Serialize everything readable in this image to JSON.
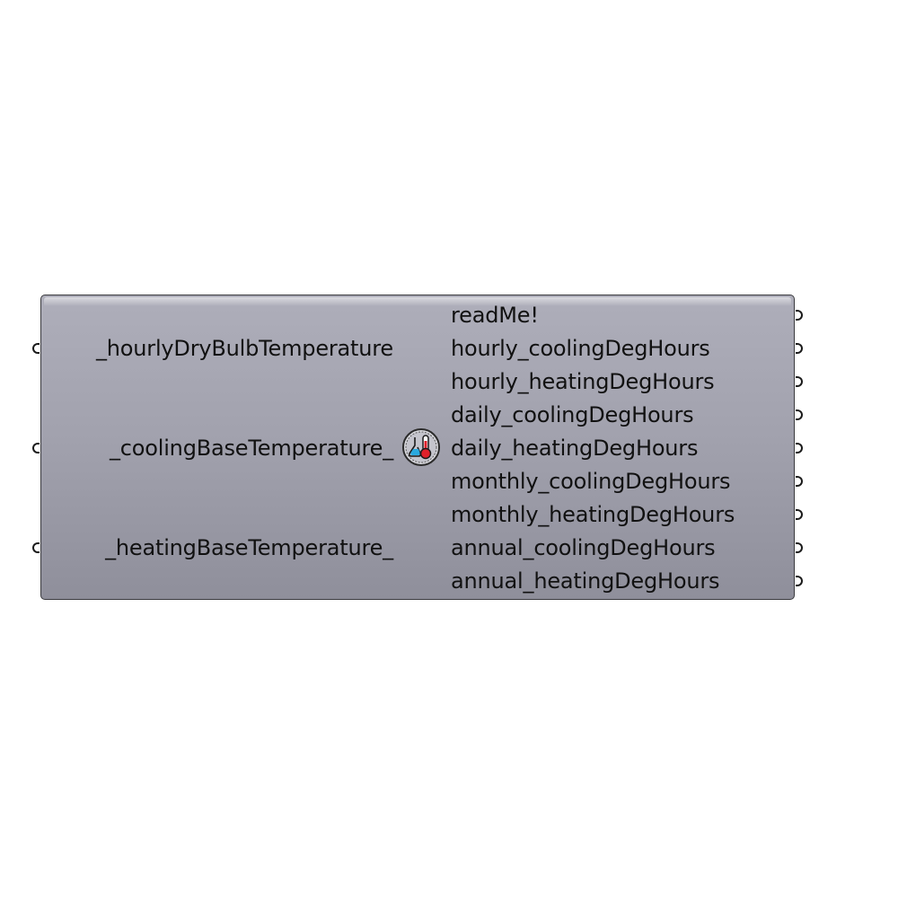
{
  "component": {
    "inputs": [
      {
        "label": "_hourlyDryBulbTemperature"
      },
      {
        "label": "_coolingBaseTemperature_"
      },
      {
        "label": "_heatingBaseTemperature_"
      }
    ],
    "outputs": [
      {
        "label": "readMe!"
      },
      {
        "label": "hourly_coolingDegHours"
      },
      {
        "label": "hourly_heatingDegHours"
      },
      {
        "label": "daily_coolingDegHours"
      },
      {
        "label": "daily_heatingDegHours"
      },
      {
        "label": "monthly_coolingDegHours"
      },
      {
        "label": "monthly_heatingDegHours"
      },
      {
        "label": "annual_coolingDegHours"
      },
      {
        "label": "annual_heatingDegHours"
      }
    ],
    "icon": "thermometer-flask-icon",
    "colors": {
      "body_top": "#aeaeba",
      "body_bottom": "#8f8f9b",
      "border": "#3a3a3e",
      "cold": "#2aa9df",
      "hot": "#e0202a"
    }
  }
}
